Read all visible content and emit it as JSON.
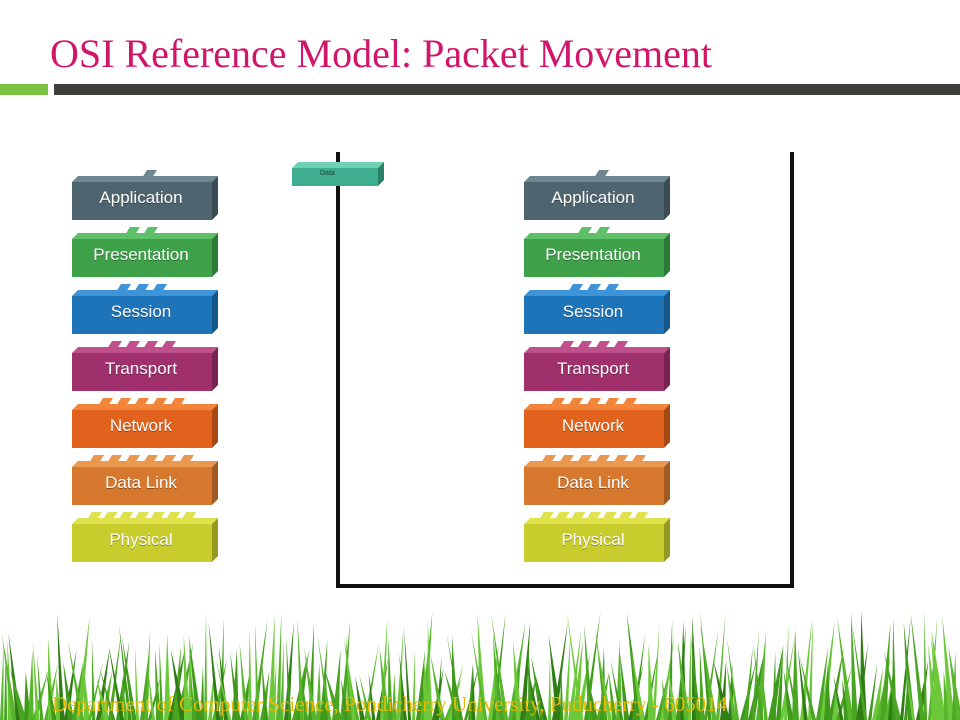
{
  "slide": {
    "title": "OSI Reference Model: Packet Movement",
    "footer": "Department of Computer Science, Pondicherry University, Puducherry - 605014"
  },
  "packet": {
    "label": "Data",
    "color": "#3fae90"
  },
  "layers": [
    {
      "label": "Application",
      "color": "#4e6570",
      "side": "#3a4b54",
      "top": "#6e8790",
      "tabs": 1
    },
    {
      "label": "Presentation",
      "color": "#3fa04a",
      "side": "#2d7a36",
      "top": "#5fc06a",
      "tabs": 2
    },
    {
      "label": "Session",
      "color": "#1d74b8",
      "side": "#155789",
      "top": "#3d94d8",
      "tabs": 3
    },
    {
      "label": "Transport",
      "color": "#a0306c",
      "side": "#782351",
      "top": "#c0508c",
      "tabs": 4
    },
    {
      "label": "Network",
      "color": "#e0621c",
      "side": "#a84915",
      "top": "#f2843c",
      "tabs": 5
    },
    {
      "label": "Data Link",
      "color": "#d7782f",
      "side": "#a15a23",
      "top": "#eb984f",
      "tabs": 6
    },
    {
      "label": "Physical",
      "color": "#c8cc2c",
      "side": "#969921",
      "top": "#dfe24c",
      "tabs": 7
    }
  ]
}
